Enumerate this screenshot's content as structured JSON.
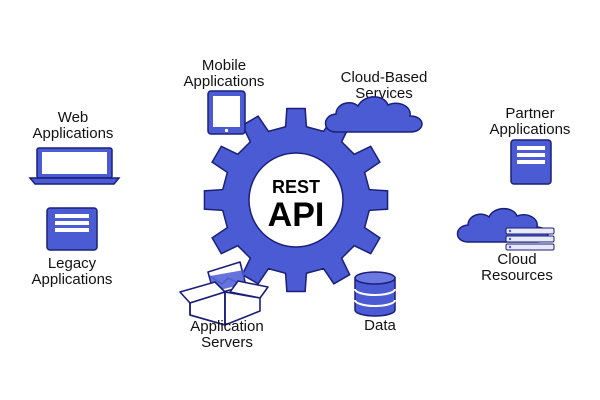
{
  "colors": {
    "accent": "#4b5bd4",
    "outline": "#1a1f7a",
    "background": "#ffffff",
    "text": "#111111",
    "hub_fill": "#ffffff"
  },
  "hub": {
    "line1": "REST",
    "line2": "API",
    "icon": "gear-icon"
  },
  "nodes": {
    "mobile": {
      "line1": "Mobile",
      "line2": "Applications",
      "icon": "tablet-icon"
    },
    "cloud_services": {
      "line1": "Cloud-Based",
      "line2": "Services",
      "icon": "cloud-icon"
    },
    "web": {
      "line1": "Web",
      "line2": "Applications",
      "icon": "laptop-icon"
    },
    "partner": {
      "line1": "Partner",
      "line2": "Applications",
      "icon": "server-icon"
    },
    "legacy": {
      "line1": "Legacy",
      "line2": "Applications",
      "icon": "server-icon"
    },
    "cloud_resources": {
      "line1": "Cloud",
      "line2": "Resources",
      "icon": "cloud-servers-icon"
    },
    "app_servers": {
      "line1": "Application",
      "line2": "Servers",
      "icon": "box-icon"
    },
    "data": {
      "line1": "Data",
      "icon": "database-icon"
    }
  }
}
